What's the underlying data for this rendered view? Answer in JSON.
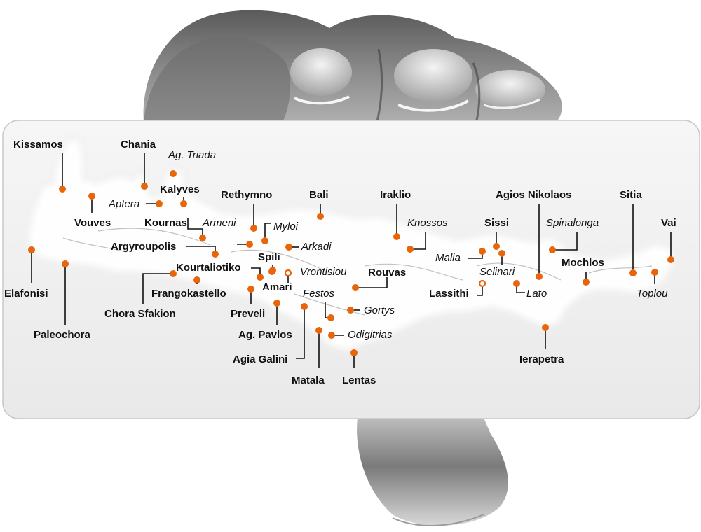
{
  "map": {
    "accent_color": "#e8650a",
    "places": [
      {
        "id": "kissamos",
        "label": "Kissamos",
        "style": "town",
        "marker": "filled"
      },
      {
        "id": "chania",
        "label": "Chania",
        "style": "town",
        "marker": "filled"
      },
      {
        "id": "ag-triada",
        "label": "Ag. Triada",
        "style": "site",
        "marker": "filled"
      },
      {
        "id": "kalyves",
        "label": "Kalyves",
        "style": "town",
        "marker": "filled"
      },
      {
        "id": "aptera",
        "label": "Aptera",
        "style": "site",
        "marker": "filled"
      },
      {
        "id": "vouves",
        "label": "Vouves",
        "style": "town",
        "marker": "filled"
      },
      {
        "id": "rethymno",
        "label": "Rethymno",
        "style": "town",
        "marker": "filled"
      },
      {
        "id": "bali",
        "label": "Bali",
        "style": "town",
        "marker": "filled"
      },
      {
        "id": "iraklio",
        "label": "Iraklio",
        "style": "town",
        "marker": "filled"
      },
      {
        "id": "agios-nikolaos",
        "label": "Agios Nikolaos",
        "style": "town",
        "marker": "filled"
      },
      {
        "id": "sitia",
        "label": "Sitia",
        "style": "town",
        "marker": "filled"
      },
      {
        "id": "vai",
        "label": "Vai",
        "style": "town",
        "marker": "filled"
      },
      {
        "id": "kournas",
        "label": "Kournas",
        "style": "town",
        "marker": "filled"
      },
      {
        "id": "armeni",
        "label": "Armeni",
        "style": "site",
        "marker": "filled"
      },
      {
        "id": "myloi",
        "label": "Myloi",
        "style": "site",
        "marker": "filled"
      },
      {
        "id": "knossos",
        "label": "Knossos",
        "style": "site",
        "marker": "filled"
      },
      {
        "id": "sissi",
        "label": "Sissi",
        "style": "town",
        "marker": "filled"
      },
      {
        "id": "spinalonga",
        "label": "Spinalonga",
        "style": "site",
        "marker": "filled"
      },
      {
        "id": "argyroupolis",
        "label": "Argyroupolis",
        "style": "town",
        "marker": "filled"
      },
      {
        "id": "arkadi",
        "label": "Arkadi",
        "style": "site",
        "marker": "filled"
      },
      {
        "id": "spili",
        "label": "Spili",
        "style": "town",
        "marker": "filled"
      },
      {
        "id": "malia",
        "label": "Malia",
        "style": "site",
        "marker": "filled"
      },
      {
        "id": "kourtaliotiko",
        "label": "Kourtaliotiko",
        "style": "town",
        "marker": "filled"
      },
      {
        "id": "vrontisiou",
        "label": "Vrontisiou",
        "style": "site",
        "marker": "hollow"
      },
      {
        "id": "rouvas",
        "label": "Rouvas",
        "style": "town",
        "marker": "filled"
      },
      {
        "id": "selinari",
        "label": "Selinari",
        "style": "site",
        "marker": "filled"
      },
      {
        "id": "mochlos",
        "label": "Mochlos",
        "style": "town",
        "marker": "filled"
      },
      {
        "id": "elafonisi",
        "label": "Elafonisi",
        "style": "town",
        "marker": "filled"
      },
      {
        "id": "paleochora",
        "label": "Paleochora",
        "style": "town",
        "marker": "filled"
      },
      {
        "id": "frangokastello",
        "label": "Frangokastello",
        "style": "town",
        "marker": "filled"
      },
      {
        "id": "amari",
        "label": "Amari",
        "style": "town",
        "marker": "filled"
      },
      {
        "id": "festos",
        "label": "Festos",
        "style": "site",
        "marker": "filled"
      },
      {
        "id": "lassithi",
        "label": "Lassithi",
        "style": "town",
        "marker": "hollow"
      },
      {
        "id": "lato",
        "label": "Lato",
        "style": "site",
        "marker": "filled"
      },
      {
        "id": "toplou",
        "label": "Toplou",
        "style": "site",
        "marker": "filled"
      },
      {
        "id": "chora-sfakion",
        "label": "Chora Sfakion",
        "style": "town",
        "marker": "filled"
      },
      {
        "id": "preveli",
        "label": "Preveli",
        "style": "town",
        "marker": "filled"
      },
      {
        "id": "gortys",
        "label": "Gortys",
        "style": "site",
        "marker": "filled"
      },
      {
        "id": "ag-pavlos",
        "label": "Ag. Pavlos",
        "style": "town",
        "marker": "filled"
      },
      {
        "id": "odigitrias",
        "label": "Odigitrias",
        "style": "site",
        "marker": "filled"
      },
      {
        "id": "agia-galini",
        "label": "Agia Galini",
        "style": "town",
        "marker": "filled"
      },
      {
        "id": "matala",
        "label": "Matala",
        "style": "town",
        "marker": "filled"
      },
      {
        "id": "lentas",
        "label": "Lentas",
        "style": "town",
        "marker": "filled"
      },
      {
        "id": "ierapetra",
        "label": "Ierapetra",
        "style": "town",
        "marker": "filled"
      }
    ]
  }
}
